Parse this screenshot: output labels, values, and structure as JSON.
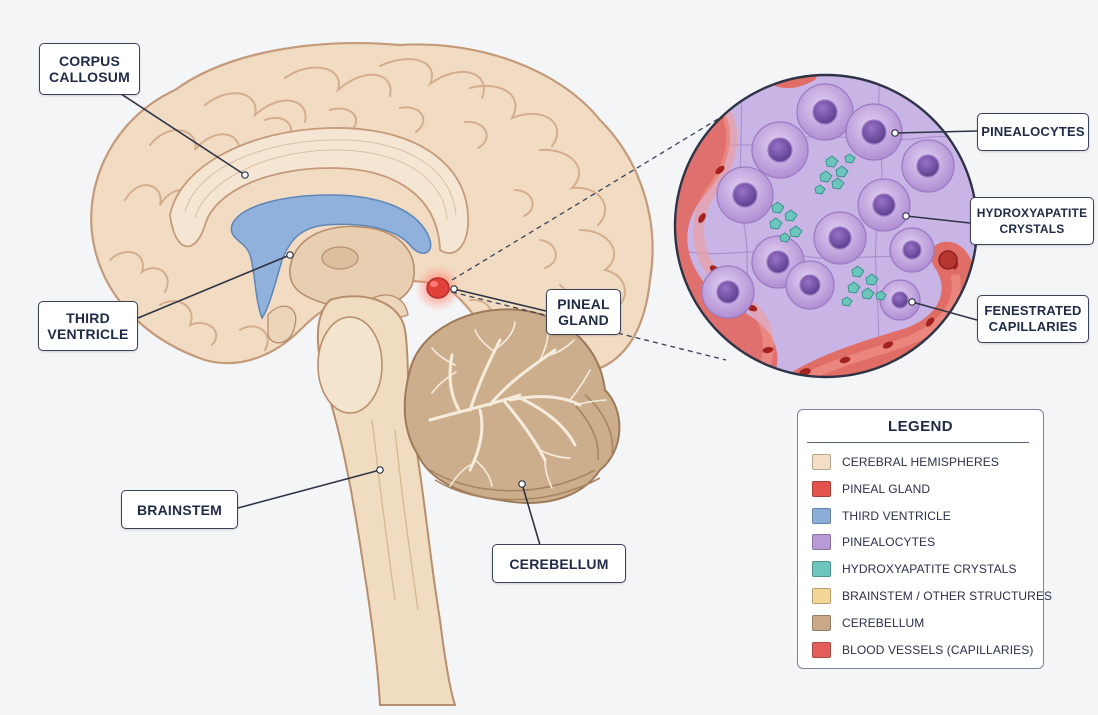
{
  "labels": {
    "corpus_callosum": [
      "CORPUS",
      "CALLOSUM"
    ],
    "third_ventricle": [
      "THIRD",
      "VENTRICLE"
    ],
    "brainstem": "BRAINSTEM",
    "cerebellum": "CEREBELLUM",
    "pineal_gland": [
      "PINEAL",
      "GLAND"
    ],
    "pinealocytes": "PINEALOCYTES",
    "hydroxyapatite_crystals": [
      "HYDROXYAPATITE",
      "CRYSTALS"
    ],
    "fenestrated_capillaries": [
      "FENESTRATED",
      "CAPILLARIES"
    ]
  },
  "legend": {
    "title": "LEGEND",
    "items": [
      {
        "label": "CEREBRAL HEMISPHERES",
        "color": "#f3dfc7"
      },
      {
        "label": "PINEAL GLAND",
        "color": "#e4544f"
      },
      {
        "label": "THIRD VENTRICLE",
        "color": "#8aaed8"
      },
      {
        "label": "PINEALOCYTES",
        "color": "#b79ad6"
      },
      {
        "label": "HYDROXYAPATITE CRYSTALS",
        "color": "#6cc6bd"
      },
      {
        "label": "BRAINSTEM / OTHER STRUCTURES",
        "color": "#f2d597"
      },
      {
        "label": "CEREBELLUM",
        "color": "#c9a987"
      },
      {
        "label": "BLOOD VESSELS (CAPILLARIES)",
        "color": "#e35f5c"
      }
    ]
  },
  "colors": {
    "cerebrum": "#f1dcc3",
    "cerebrum_outline": "#c49a7a",
    "ventricle": "#8fb1dc",
    "pineal": "#e0413a",
    "brainstem": "#f0dcc0",
    "cerebellum": "#c8a885",
    "pinealocyte": "#b89bd8",
    "crystal": "#6cc6bd",
    "capillary": "#e06d66"
  }
}
